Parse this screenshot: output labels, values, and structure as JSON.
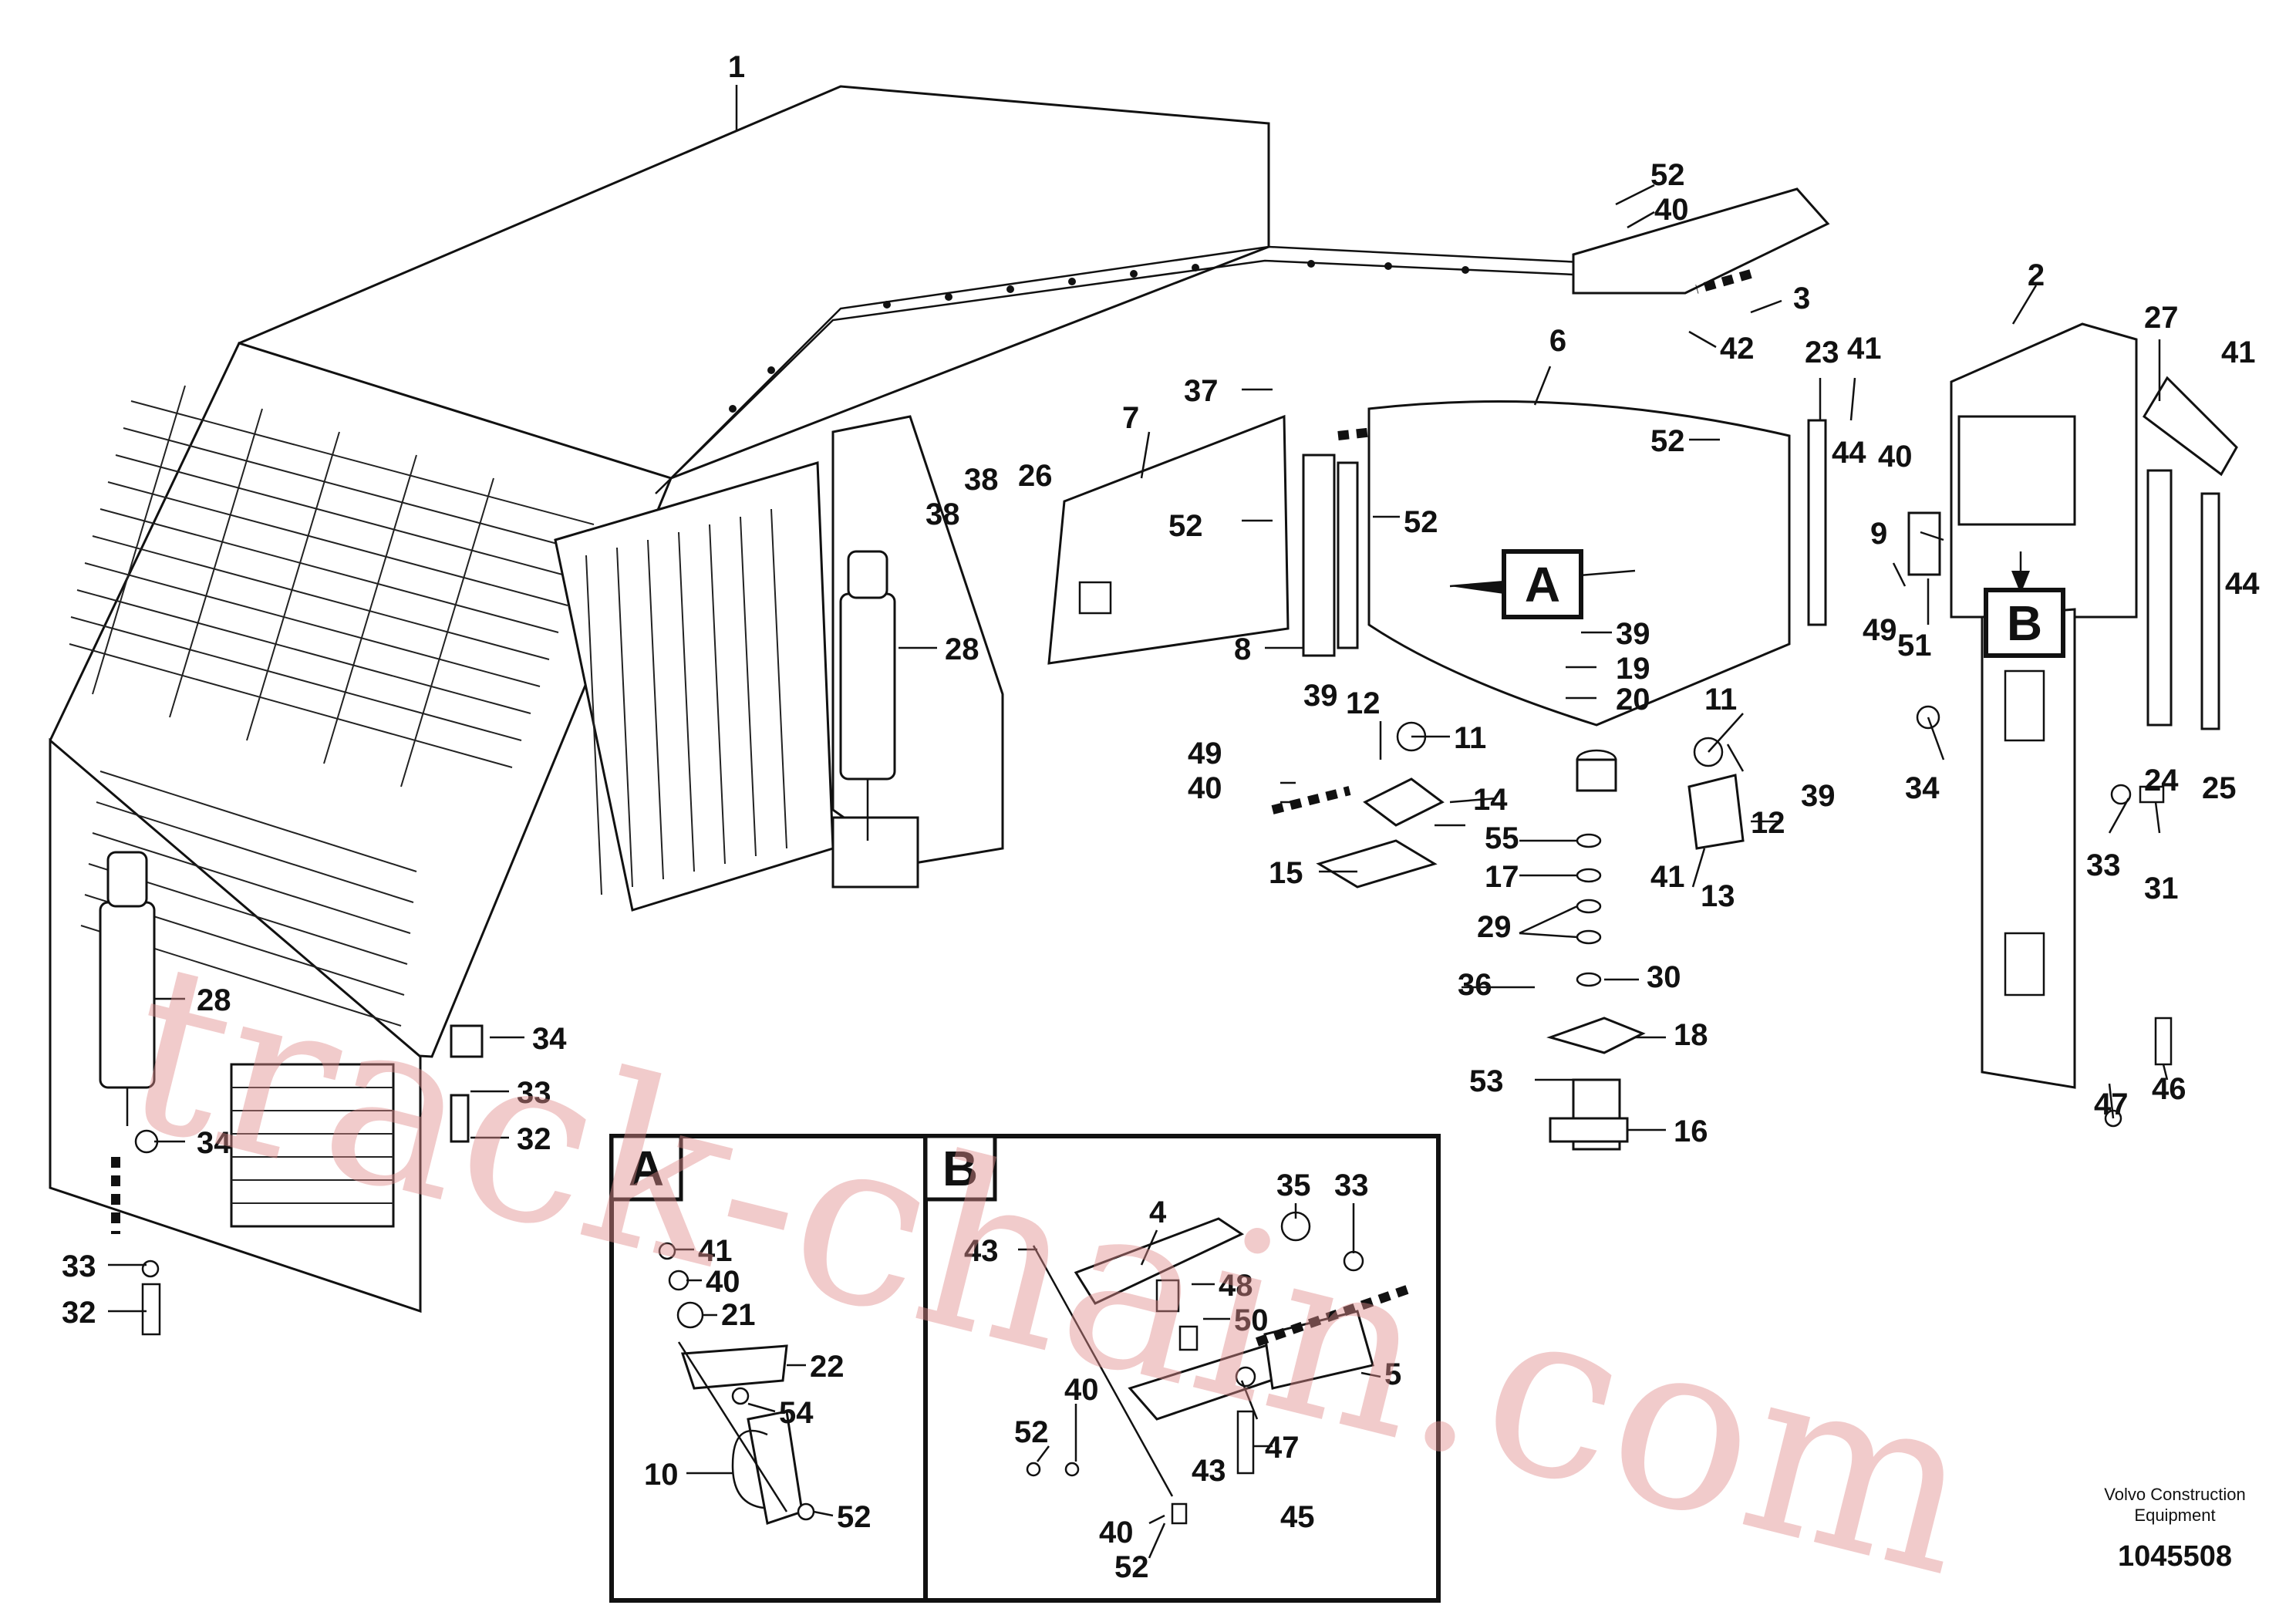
{
  "figure": {
    "id_number": "1045508",
    "publisher_line1": "Volvo Construction",
    "publisher_line2": "Equipment",
    "watermark": "track-chain.com"
  },
  "detail_boxes": {
    "a_label": "A",
    "b_label": "B"
  },
  "callouts": {
    "c1": "1",
    "c52a": "52",
    "c40a": "40",
    "c3": "3",
    "c42": "42",
    "c2": "2",
    "c27": "27",
    "c41a": "41",
    "c23": "23",
    "c41b": "41",
    "c6": "6",
    "c52b": "52",
    "c44a": "44",
    "c40b": "40",
    "c9": "9",
    "c49a": "49",
    "c51": "51",
    "c44b": "44",
    "c24": "24",
    "c25": "25",
    "c34a": "34",
    "c33a": "33",
    "c31": "31",
    "c47a": "47",
    "c46": "46",
    "c7": "7",
    "c37": "37",
    "c38a": "38",
    "c26": "26",
    "c38b": "38",
    "c52c": "52",
    "c52d": "52",
    "c8": "8",
    "c28a": "28",
    "c39a": "39",
    "c19": "19",
    "c20": "20",
    "c39b": "39",
    "c12a": "12",
    "c11a": "11",
    "c49b": "49",
    "c40c": "40",
    "c14": "14",
    "c15": "15",
    "c11b": "11",
    "c39c": "39",
    "c12b": "12",
    "c41c": "41",
    "c13": "13",
    "c55": "55",
    "c17": "17",
    "c29": "29",
    "c36": "36",
    "c30": "30",
    "c18": "18",
    "c53": "53",
    "c16": "16",
    "c28b": "28",
    "c34b": "34",
    "c33b": "33",
    "c32a": "32",
    "c34c": "34",
    "c33c": "33",
    "c32b": "32",
    "a41": "41",
    "a40": "40",
    "a21": "21",
    "a22": "22",
    "a54": "54",
    "a10": "10",
    "a52": "52",
    "b4": "4",
    "b35": "35",
    "b33": "33",
    "b43a": "43",
    "b48": "48",
    "b50": "50",
    "b5": "5",
    "b52a": "52",
    "b40a": "40",
    "b47": "47",
    "b43b": "43",
    "b45": "45",
    "b40b": "40",
    "b52b": "52"
  }
}
